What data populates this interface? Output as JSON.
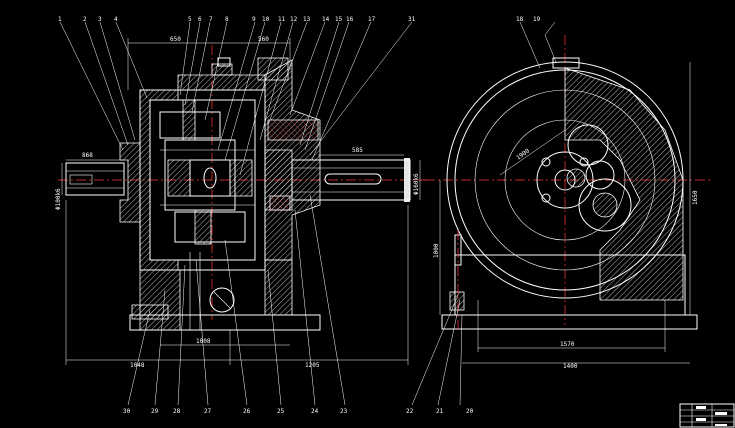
{
  "drawing": {
    "top_part_labels": [
      "1",
      "2",
      "3",
      "4",
      "5",
      "6",
      "7",
      "8",
      "9",
      "10",
      "11",
      "12",
      "13",
      "14",
      "15",
      "16",
      "17",
      "31"
    ],
    "right_top_labels": [
      "18",
      "19"
    ],
    "bottom_labels": [
      "30",
      "29",
      "28",
      "27",
      "26",
      "25",
      "24",
      "23",
      "22",
      "21",
      "20"
    ],
    "dimensions": {
      "d650": "650",
      "d560": "560",
      "d868": "868",
      "d585": "585",
      "left_vertical": "Φ100k6",
      "shaft_vertical": "Φ160k6",
      "d1048": "1048",
      "d1008": "1008",
      "d1205": "1205",
      "d1000": "1000",
      "d1570": "1570",
      "d1400": "1400",
      "r1900": "1900",
      "d1650_v": "1650",
      "d1000_v": "1000"
    }
  },
  "title_block": {
    "rows": 4
  }
}
